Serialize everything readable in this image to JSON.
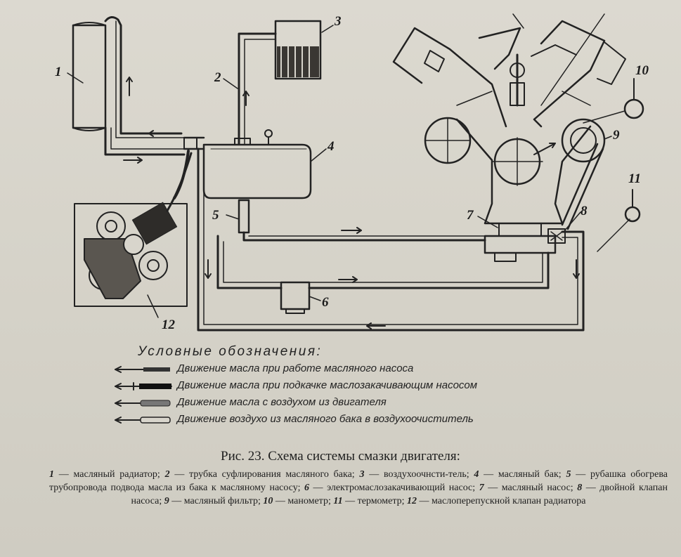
{
  "callouts": {
    "c1": "1",
    "c2": "2",
    "c3": "3",
    "c4": "4",
    "c5": "5",
    "c6": "6",
    "c7": "7",
    "c8": "8",
    "c9": "9",
    "c10": "10",
    "c11": "11",
    "c12": "12"
  },
  "legend": {
    "title": "Условные обозначения:",
    "items": [
      "Движение масла при работе масляного насоса",
      "Движение масла при подкачке маслозакачивающим насосом",
      "Движение масла с воздухом из двигателя",
      "Движение воздухо из масляного бака в воздухоочиститель"
    ]
  },
  "caption": {
    "title": "Рис. 23. Схема системы смазки двигателя:",
    "parts": [
      {
        "num": "1",
        "text": " — масляный радиатор; "
      },
      {
        "num": "2",
        "text": " — трубка суфлирования масляного бака; "
      },
      {
        "num": "3",
        "text": " — воздухоочнсти-тель; "
      },
      {
        "num": "4",
        "text": " — масляный бак; "
      },
      {
        "num": "5",
        "text": " — рубашка обогрева трубопровода подвода масла из бака к масляному насосу; "
      },
      {
        "num": "6",
        "text": " — электромаслозакачивающий насос; "
      },
      {
        "num": "7",
        "text": " — масляный насос; "
      },
      {
        "num": "8",
        "text": " — двойной клапан насоса; "
      },
      {
        "num": "9",
        "text": " — масляный фильтр; "
      },
      {
        "num": "10",
        "text": " — манометр; "
      },
      {
        "num": "11",
        "text": " — термометр; "
      },
      {
        "num": "12",
        "text": " — маслоперепускной клапан радиатора"
      }
    ]
  }
}
